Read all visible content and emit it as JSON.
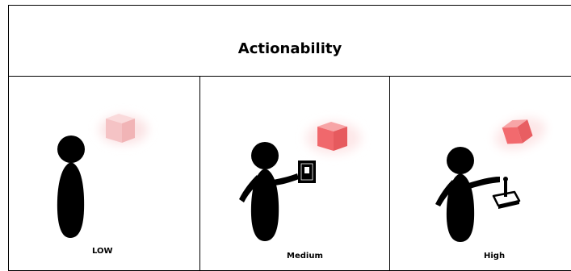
{
  "title": "Actionability",
  "panels": [
    {
      "label": "LOW"
    },
    {
      "label": "Medium"
    },
    {
      "label": "High"
    }
  ],
  "colors": {
    "cube_faint": "#f4c5c6",
    "cube_medium": "#f0696d",
    "cube_high": "#f26a6e",
    "figure": "#000000"
  },
  "icons": {
    "figure": "standing-person-icon",
    "cube": "cube-icon",
    "remote": "remote-control-icon",
    "joystick": "joystick-icon"
  }
}
